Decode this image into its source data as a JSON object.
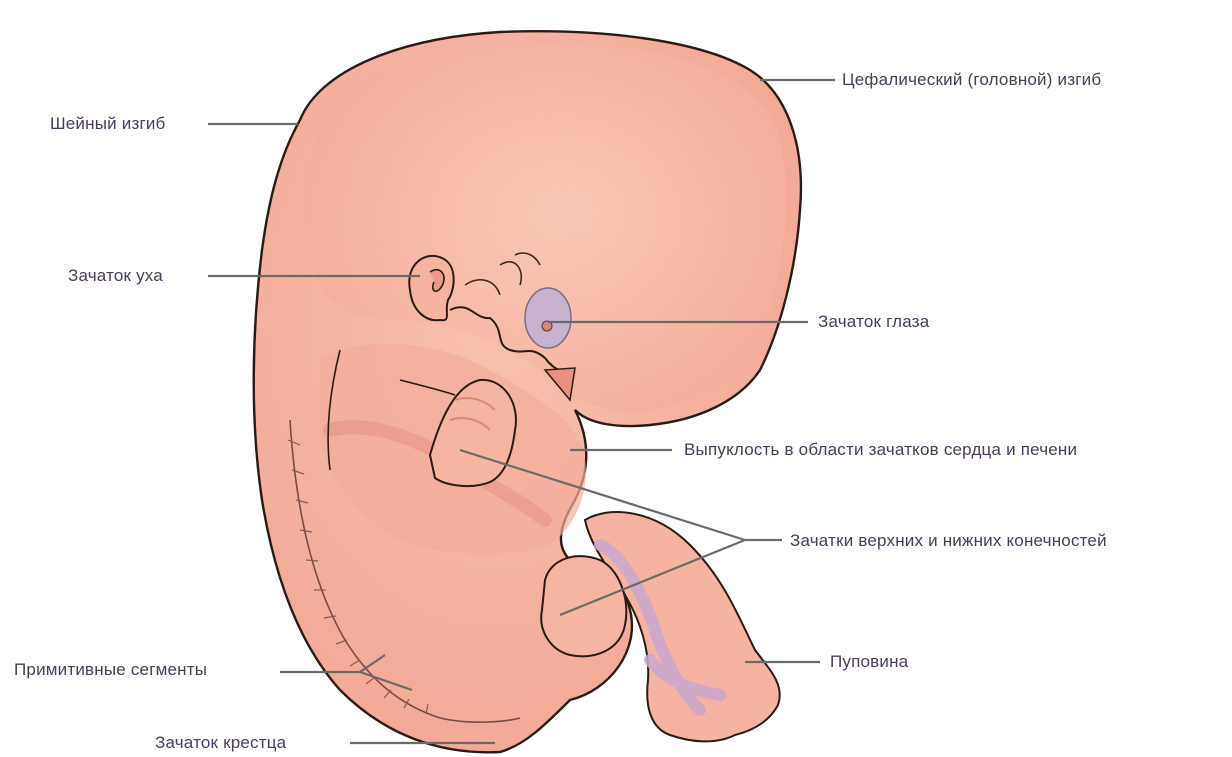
{
  "labels": {
    "cephalic_flexure": "Цефалический (головной) изгиб",
    "cervical_flexure": "Шейный изгиб",
    "ear_bud": "Зачаток уха",
    "eye_bud": "Зачаток глаза",
    "heart_liver_bulge": "Выпуклость в области зачатков сердца и печени",
    "limb_buds": "Зачатки верхних и нижних конечностей",
    "umbilical_cord": "Пуповина",
    "primitive_segments": "Примитивные сегменты",
    "sacrum_bud": "Зачаток крестца"
  },
  "colors": {
    "body_fill": "#f7b6a4",
    "body_outline": "#2b1b17",
    "shade": "#ee9c8e",
    "eye_fill": "#c8b0cf",
    "cord_vessel": "#c9a7cf",
    "label_text": "#4a3a5e",
    "leader_line": "#6a6a6a"
  }
}
